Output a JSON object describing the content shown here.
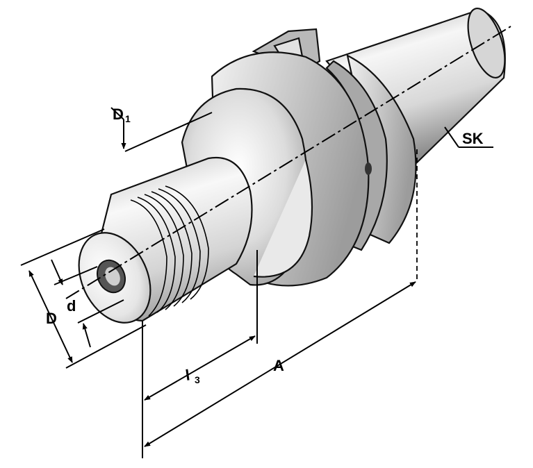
{
  "labels": {
    "D1_main": "D",
    "D1_sub": "1",
    "SK": "SK",
    "D": "D",
    "d": "d",
    "l3_main": "l",
    "l3_sub": "3",
    "A": "A"
  },
  "colors": {
    "metal_light": "#f4f4f4",
    "metal_mid": "#cfcfcf",
    "metal_dark": "#8a8a8a",
    "line": "#000000"
  }
}
